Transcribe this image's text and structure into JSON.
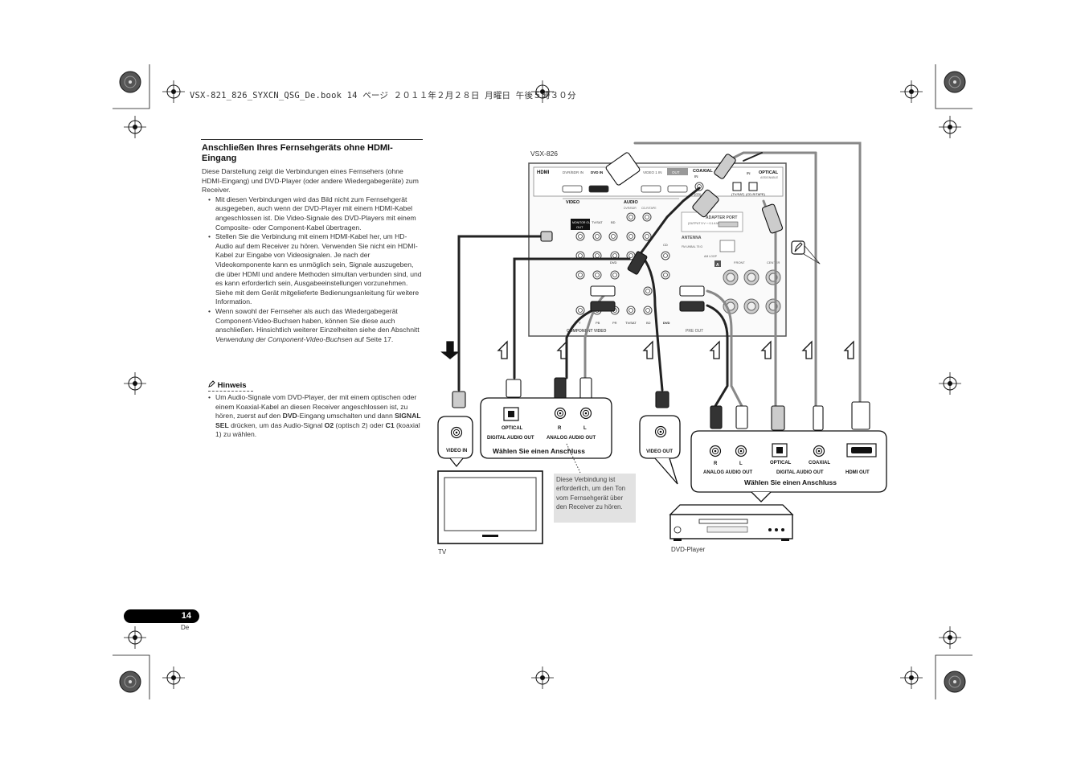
{
  "print_header": "VSX-821_826_SYXCN_QSG_De.book  14 ページ  ２０１１年２月２８日  月曜日  午後５時３０分",
  "section": {
    "title": "Anschließen Ihres Fernsehgeräts ohne HDMI-Eingang",
    "intro": "Diese Darstellung zeigt die Verbindungen eines Fernsehers (ohne HDMI-Eingang) und DVD-Player (oder andere Wiedergabegeräte) zum Receiver.",
    "bullets": [
      "Mit diesen Verbindungen wird das Bild nicht zum Fernsehgerät ausgegeben, auch wenn der DVD-Player mit einem HDMI-Kabel angeschlossen ist. Die Video-Signale des DVD-Players mit einem Composite- oder Component-Kabel übertragen.",
      "Stellen Sie die Verbindung mit einem HDMI-Kabel her, um HD-Audio auf dem Receiver zu hören. Verwenden Sie nicht ein HDMI-Kabel zur Eingabe von Videosignalen. Je nach der Videokomponente kann es unmöglich sein, Signale auszugeben, die über HDMI und andere Methoden simultan verbunden sind, und es kann erforderlich sein, Ausgabeeinstellungen vorzunehmen. Siehe mit dem Gerät mitgelieferte Bedienungsanleitung für weitere Information."
    ],
    "bullet3_start": "Wenn sowohl der Fernseher als auch das Wiedergabegerät Component-Video-Buchsen haben, können Sie diese auch anschließen. Hinsichtlich weiterer Einzelheiten siehe den Abschnitt ",
    "bullet3_italic": "Verwendung der Component-Video-Buchsen",
    "bullet3_end": " auf Seite 17."
  },
  "note": {
    "heading": "Hinweis",
    "text_1": "Um Audio-Signale vom DVD-Player, der mit einem optischen oder einem Koaxial-Kabel an diesen Receiver angeschlossen ist, zu hören, zuerst auf den ",
    "bold_dvd": "DVD",
    "text_2": "-Eingang umschalten und dann ",
    "bold_signal": "SIGNAL SEL",
    "text_3": " drücken, um das Audio-Signal ",
    "bold_o2": "O2",
    "text_4": " (optisch 2) oder ",
    "bold_c1": "C1",
    "text_5": " (koaxial 1) zu wählen."
  },
  "page": {
    "number": "14",
    "lang": "De"
  },
  "diagram": {
    "receiver_model": "VSX-826",
    "tv_label": "TV",
    "dvd_label": "DVD-Player",
    "callout": "Diese Verbindung ist erforderlich, um den Ton vom Fernsehgerät über den Receiver zu hören.",
    "tv_panel": {
      "video_in": "VIDEO IN",
      "optical": "OPTICAL",
      "digital_audio_out": "DIGITAL AUDIO OUT",
      "r": "R",
      "l": "L",
      "analog_audio_out": "ANALOG AUDIO OUT",
      "choose": "Wählen Sie einen Anschluss"
    },
    "dvd_panel": {
      "video_out": "VIDEO OUT",
      "r": "R",
      "l": "L",
      "analog_audio_out": "ANALOG AUDIO OUT",
      "optical": "OPTICAL",
      "coaxial": "COAXIAL",
      "digital_audio_out": "DIGITAL AUDIO OUT",
      "hdmi_out": "HDMI OUT",
      "choose": "Wählen Sie einen Anschluss"
    },
    "receiver_panel": {
      "hdmi": "HDMI",
      "dvrbdr_in": "DVR/BDR IN",
      "dvd_in": "DVD IN",
      "video1_in": "VIDEO 1 IN",
      "out": "OUT",
      "coaxial": "COAXIAL",
      "optical": "OPTICAL",
      "video": "VIDEO",
      "audio": "AUDIO",
      "tvsat": "TV/SAT",
      "dvd": "DVD",
      "cd": "CD",
      "adapter_port": "ADAPTER PORT",
      "antenna": "ANTENNA",
      "front": "FRONT",
      "center": "CENTER",
      "pre_out": "PRE OUT",
      "component_video": "COMPONENT VIDEO",
      "monitor_out": "MONITOR OUT",
      "in": "IN",
      "y": "Y",
      "pb": "PB",
      "pr": "PR",
      "bd": "BD",
      "am_loop": "AM LOOP",
      "fm_unbal": "FM UNBAL 75 Ω",
      "output": "(OUTPUT 5 V ⎓ 0.1 A MAX)",
      "dvr_bdr": "DVR/BDR",
      "cd_r_tape": "CD-R/TAPE",
      "assignable": "ASSIGNABLE",
      "tvsat_paren": "(TV/SAT)",
      "cd_r_paren": "(CD-R/TAPE)",
      "cd_paren": "(CD)",
      "a_label": "A",
      "r": "R",
      "l": "L"
    }
  }
}
